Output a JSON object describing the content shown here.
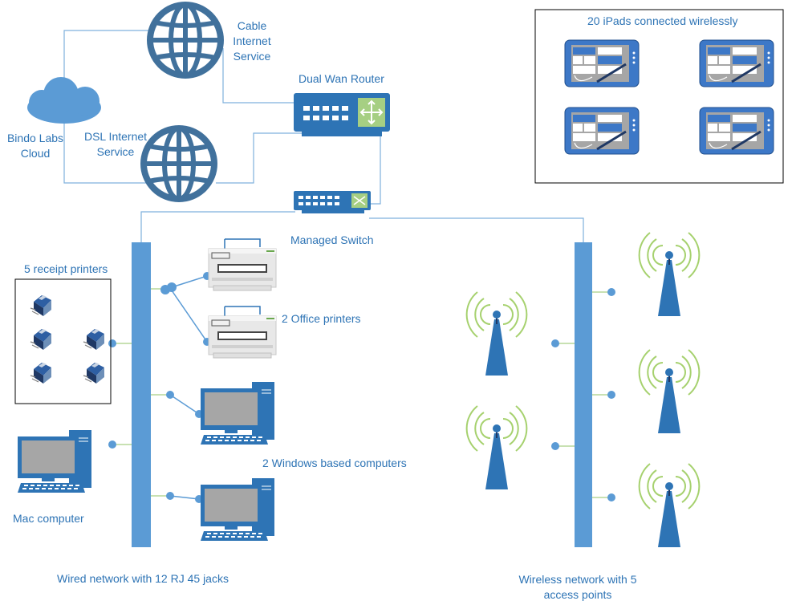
{
  "colors": {
    "blue": "#2e74b5",
    "bar_blue": "#5b9bd5",
    "line_blue": "#7fb1dd",
    "line_green": "#a6cf83",
    "wave_green": "#a6d16e",
    "dark": "#1f3864"
  },
  "labels": {
    "cable_line1": "Cable",
    "cable_line2": "Internet",
    "cable_line3": "Service",
    "dsl_line1": "DSL Internet",
    "dsl_line2": "Service",
    "cloud_line1": "Bindo Labs",
    "cloud_line2": "Cloud",
    "router": "Dual Wan Router",
    "switch": "Managed Switch",
    "ipads": "20 iPads connected wirelessly",
    "receipt_printers": "5 receipt printers",
    "office_printers": "2 Office printers",
    "windows_computers": "2 Windows based computers",
    "mac": "Mac computer",
    "wired_network": "Wired network with 12 RJ 45 jacks",
    "wireless_line1": "Wireless network with 5",
    "wireless_line2": "access points"
  },
  "icons": {
    "globe": "globe-icon",
    "cloud": "cloud-icon",
    "router": "router-icon",
    "switch": "switch-icon",
    "tablet": "tablet-icon",
    "receipt_printer": "receipt-printer-icon",
    "office_printer": "office-printer-icon",
    "computer": "computer-icon",
    "access_point": "access-point-icon"
  }
}
